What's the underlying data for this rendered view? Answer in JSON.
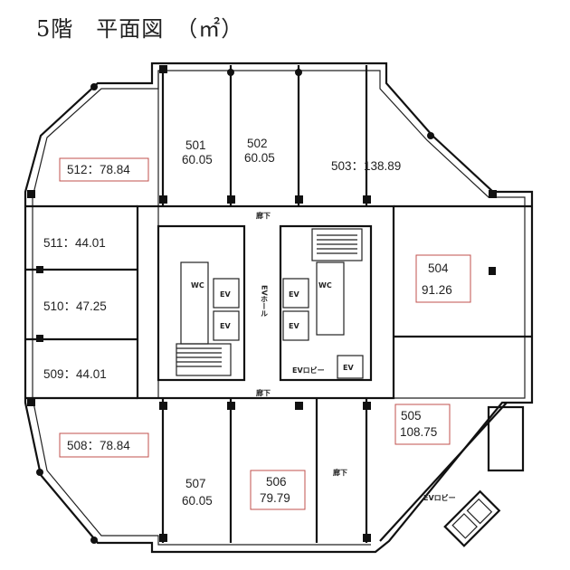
{
  "title": "5階　平面図　（㎡）",
  "colors": {
    "highlight_box": "#c0504d",
    "wall": "#111111"
  },
  "rooms": {
    "r501": {
      "number": "501",
      "area": "60.05"
    },
    "r502": {
      "number": "502",
      "area": "60.05"
    },
    "r503": {
      "label": "503：138.89"
    },
    "r504": {
      "number": "504",
      "area": "91.26",
      "highlighted": true
    },
    "r505": {
      "number": "505",
      "area": "108.75",
      "highlighted": true
    },
    "r506": {
      "number": "506",
      "area": "79.79",
      "highlighted": true
    },
    "r507": {
      "number": "507",
      "area": "60.05"
    },
    "r508": {
      "label": "508：78.84",
      "highlighted": true
    },
    "r509": {
      "label": "509：44.01"
    },
    "r510": {
      "label": "510：47.25"
    },
    "r511": {
      "label": "511：44.01"
    },
    "r512": {
      "label": "512：78.84",
      "highlighted": true
    }
  },
  "core": {
    "corridor": "廊下",
    "ev_hall": "EVホール",
    "ev": "EV",
    "wc": "WC",
    "ev_lobby": "EVロビー"
  }
}
